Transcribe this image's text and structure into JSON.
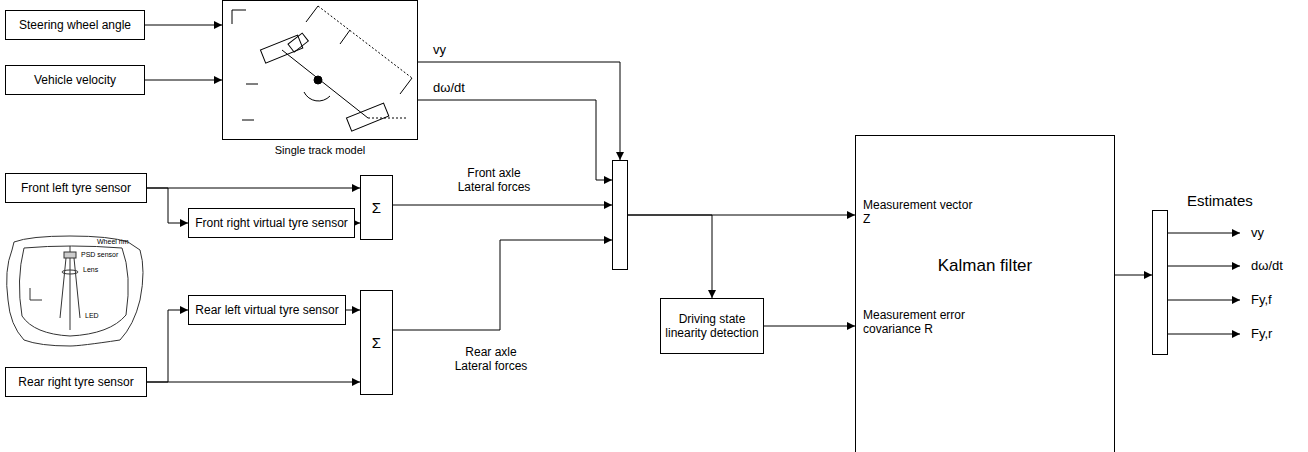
{
  "diagram": {
    "nodes": [
      {
        "text": [
          "Steering wheel angle"
        ]
      },
      {
        "text": [
          "Vehicle velocity"
        ]
      },
      {
        "text": [
          "Single track model"
        ]
      },
      {
        "text": [
          "Front left tyre sensor"
        ]
      },
      {
        "text": [
          "Front right virtual tyre sensor"
        ]
      },
      {
        "text": [
          "Σ"
        ]
      },
      {
        "text": [
          "Rear left virtual tyre sensor"
        ]
      },
      {
        "text": [
          "Σ"
        ]
      },
      {
        "text": [
          "Rear right tyre sensor"
        ]
      },
      {
        "text": []
      },
      {
        "text": [
          "Driving state linearity detection"
        ]
      },
      {
        "text": [
          "Measurement vector Z",
          "Kalman filter",
          "Measurement error covariance R"
        ]
      },
      {
        "text": []
      }
    ],
    "edges": [
      {
        "from": 0,
        "to": 2,
        "arrow": "to"
      },
      {
        "from": 1,
        "to": 2,
        "arrow": "to"
      },
      {
        "from": 2,
        "to": 9,
        "label": "vy",
        "arrow": "to"
      },
      {
        "from": 2,
        "to": 9,
        "label": "dω/dt",
        "arrow": "to"
      },
      {
        "from": 3,
        "to": 5,
        "arrow": "to"
      },
      {
        "from": 3,
        "to": 4,
        "arrow": "to"
      },
      {
        "from": 4,
        "to": 5,
        "arrow": "to"
      },
      {
        "from": 5,
        "to": 9,
        "label": "Front axle Lateral forces",
        "arrow": "to"
      },
      {
        "from": 8,
        "to": 6,
        "arrow": "to"
      },
      {
        "from": 8,
        "to": 7,
        "arrow": "to"
      },
      {
        "from": 6,
        "to": 7,
        "arrow": "to"
      },
      {
        "from": 7,
        "to": 9,
        "label": "Rear axle Lateral forces",
        "arrow": "to"
      },
      {
        "from": 9,
        "to": 11,
        "arrow": "to"
      },
      {
        "from": 9,
        "to": 10,
        "arrow": "to"
      },
      {
        "from": 10,
        "to": 11,
        "arrow": "to"
      },
      {
        "from": 11,
        "to": 12,
        "arrow": "to"
      }
    ],
    "labels": [
      "Estimates",
      "vy",
      "dω/dt",
      "Fy,f",
      "Fy,r",
      "Wheel rim",
      "PSD sensor",
      "Lens",
      "LED"
    ]
  }
}
